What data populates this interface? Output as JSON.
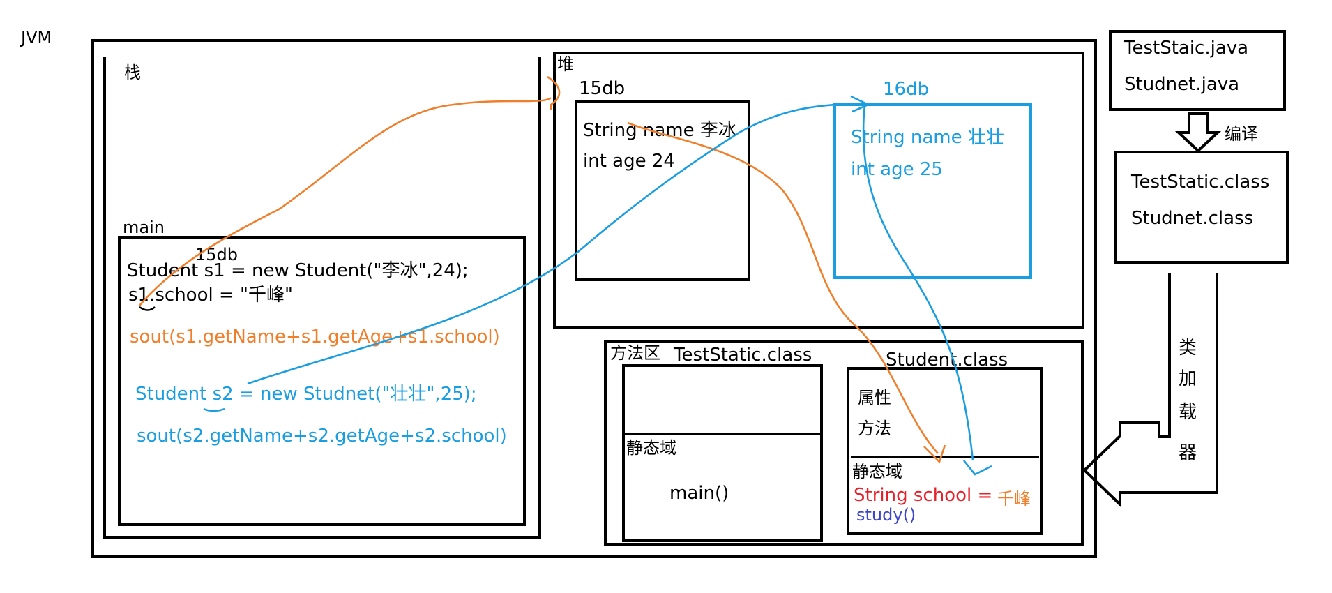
{
  "jvm_label": "JVM",
  "stack": {
    "label": "栈"
  },
  "main_frame": {
    "label": "main",
    "address": "15db",
    "lines": {
      "s1_decl": "Student s1 = new Student(\"李冰\",24);",
      "s1_school": "s1.school = \"千峰\"",
      "sout1": "sout(s1.getName+s1.getAge+s1.school)",
      "s2_decl": "Student s2 = new Studnet(\"壮壮\",25);",
      "sout2": "sout(s2.getName+s2.getAge+s2.school)"
    }
  },
  "heap": {
    "label": "堆",
    "obj1": {
      "address": "15db",
      "name_line": "String name  李冰",
      "age_line": "int age 24"
    },
    "obj2": {
      "address": "16db",
      "name_line": "String name 壮壮",
      "age_line": "int age 25"
    }
  },
  "method_area": {
    "label": "方法区",
    "teststatic": {
      "title": "TestStatic.class",
      "static_label": "静态域",
      "method": "main()"
    },
    "student": {
      "title": "Student.class",
      "attr_label": "属性",
      "method_label": "方法",
      "static_label": "静态域",
      "school_field": "String school = ",
      "school_value": "千峰",
      "study": "study()"
    }
  },
  "source_files": [
    "TestStaic.java",
    "Studnet.java"
  ],
  "compile_label": "编译",
  "class_files": [
    "TestStatic.class",
    "Studnet.class"
  ],
  "classloader_chars": [
    "类",
    "加",
    "载",
    "器"
  ],
  "colors": {
    "orange": "#f07f2c",
    "blue": "#1a9ee0",
    "red": "#e8202a",
    "indigo": "#3d45c8"
  }
}
